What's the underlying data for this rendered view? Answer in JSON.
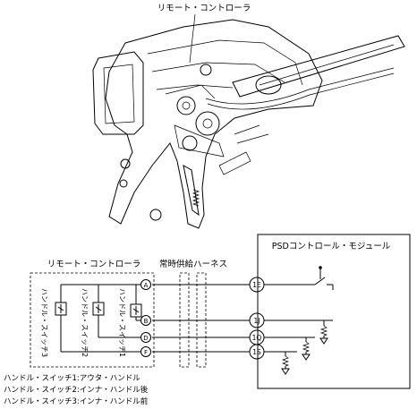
{
  "illustration": {
    "callout_label": "リモート・コントローラ"
  },
  "schematic": {
    "controller_label": "リモート・コントローラ",
    "harness_label": "常時供給ハーネス",
    "module_label": "PSDコントロール・モジュール",
    "switch1_label": "ハンドル・スイッチ1",
    "switch2_label": "ハンドル・スイッチ2",
    "switch3_label": "ハンドル・スイッチ3",
    "controller_terminals": [
      "A",
      "B",
      "D",
      "F"
    ],
    "module_terminals": [
      "1E",
      "1J",
      "1Q",
      "1S"
    ]
  },
  "legend": [
    "ハンドル・スイッチ1:アウタ・ハンドル",
    "ハンドル・スイッチ2:インナ・ハンドル後",
    "ハンドル・スイッチ3:インナ・ハンドル前"
  ]
}
